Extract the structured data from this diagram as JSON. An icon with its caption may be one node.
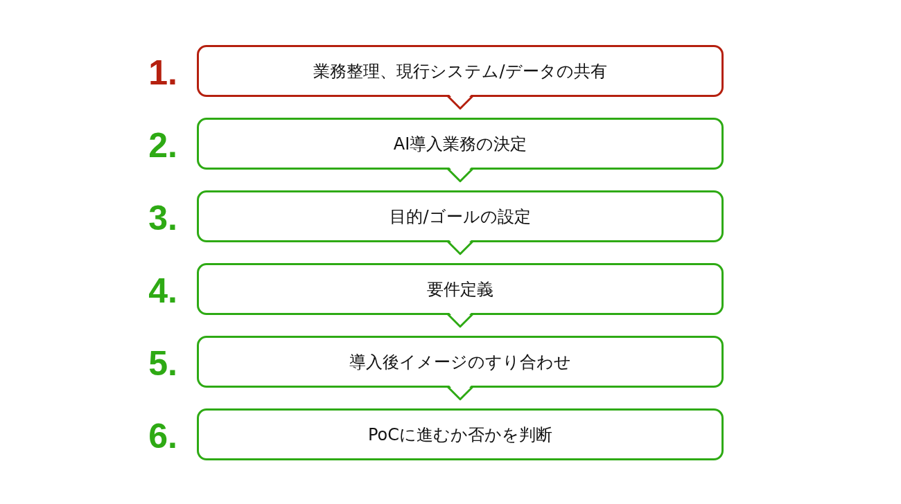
{
  "diagram": {
    "nodes": [
      {
        "text": [
          "業務整理、現行システム/データの共有"
        ],
        "beside": [
          "1."
        ]
      },
      {
        "text": [
          "AI導入業務の決定"
        ],
        "beside": [
          "2."
        ]
      },
      {
        "text": [
          "目的/ゴールの設定"
        ],
        "beside": [
          "3."
        ]
      },
      {
        "text": [
          "要件定義"
        ],
        "beside": [
          "4."
        ]
      },
      {
        "text": [
          "導入後イメージのすり合わせ"
        ],
        "beside": [
          "5."
        ]
      },
      {
        "text": [
          "PoCに進むか否かを判断"
        ],
        "beside": [
          "6."
        ]
      }
    ],
    "edges": [
      {
        "from": 0,
        "to": 1,
        "arrow": "to",
        "color": "#b5200f"
      },
      {
        "from": 1,
        "to": 2,
        "arrow": "to"
      },
      {
        "from": 2,
        "to": 3,
        "arrow": "to"
      },
      {
        "from": 3,
        "to": 4,
        "arrow": "to"
      },
      {
        "from": 4,
        "to": 5,
        "arrow": "to"
      }
    ]
  }
}
